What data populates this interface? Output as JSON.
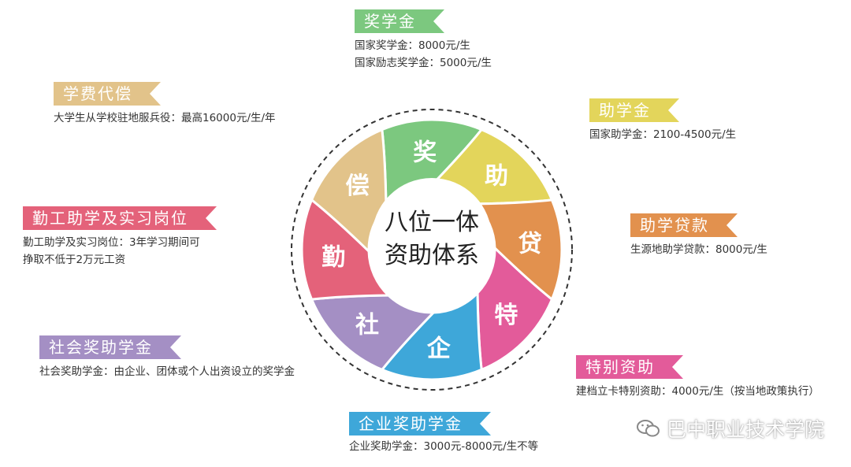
{
  "center": {
    "line1": "八位一体",
    "line2": "资助体系"
  },
  "wheel": [
    {
      "char": "奖",
      "color": "#7cc87f"
    },
    {
      "char": "助",
      "color": "#e3d55b"
    },
    {
      "char": "贷",
      "color": "#e2914e"
    },
    {
      "char": "特",
      "color": "#e35b9a"
    },
    {
      "char": "企",
      "color": "#3ea7d9"
    },
    {
      "char": "社",
      "color": "#a48fc4"
    },
    {
      "char": "勤",
      "color": "#e4627a"
    },
    {
      "char": "偿",
      "color": "#e2c38a"
    }
  ],
  "categories": {
    "scholarship": {
      "title": "奖学金",
      "color": "#7cc87f",
      "lines": [
        "国家奖学金：8000元/生",
        "国家励志奖学金：5000元/生"
      ]
    },
    "grant": {
      "title": "助学金",
      "color": "#e3d55b",
      "lines": [
        "国家助学金：2100-4500元/生"
      ]
    },
    "loan": {
      "title": "助学贷款",
      "color": "#e2914e",
      "lines": [
        "生源地助学贷款：8000元/生"
      ]
    },
    "special": {
      "title": "特别资助",
      "color": "#e35b9a",
      "lines": [
        "建档立卡特别资助：4000元/生（按当地政策执行）"
      ]
    },
    "enterprise": {
      "title": "企业奖助学金",
      "color": "#3ea7d9",
      "lines": [
        "企业奖助学金：3000元-8000元/生不等"
      ]
    },
    "social": {
      "title": "社会奖助学金",
      "color": "#a48fc4",
      "lines": [
        "社会奖助学金：由企业、团体或个人出资设立的奖学金"
      ]
    },
    "workstudy": {
      "title": "勤工助学及实习岗位",
      "color": "#e4627a",
      "lines": [
        "勤工助学及实习岗位：3年学习期间可",
        "挣取不低于2万元工资"
      ]
    },
    "tuition": {
      "title": "学费代偿",
      "color": "#e2c38a",
      "lines": [
        "大学生从学校驻地服兵役：最高16000元/生/年"
      ]
    }
  },
  "watermark": {
    "text": "巴中职业技术学院",
    "icon": "wechat-icon"
  }
}
